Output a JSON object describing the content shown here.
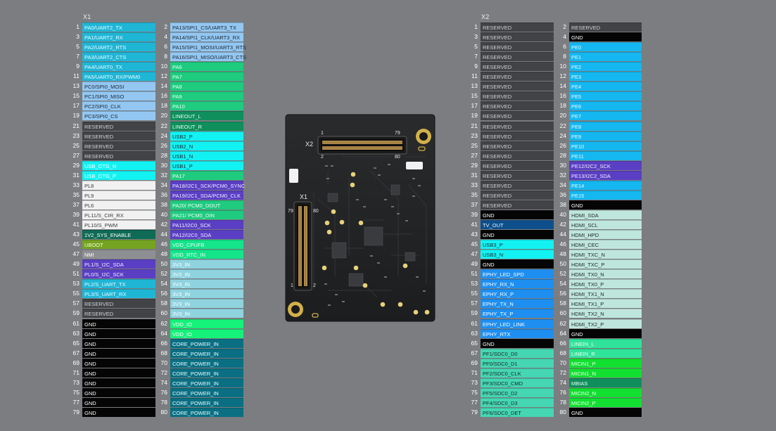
{
  "x1": {
    "title": "X1",
    "left": [
      {
        "n": "1",
        "t": "PA0/UART2_TX",
        "c": "#1fb6d6",
        "f": "#e9fbff"
      },
      {
        "n": "3",
        "t": "PA1/UART2_RX",
        "c": "#1fb6d6",
        "f": "#e9fbff"
      },
      {
        "n": "5",
        "t": "PA2/UART2_RTS",
        "c": "#1fb6d6",
        "f": "#e9fbff"
      },
      {
        "n": "7",
        "t": "PA3/UART2_CTS",
        "c": "#1fb6d6",
        "f": "#e9fbff"
      },
      {
        "n": "9",
        "t": "PA4/UART0_TX",
        "c": "#1fb6d6",
        "f": "#e9fbff"
      },
      {
        "n": "11",
        "t": "PA5/UART0_RX/PWM0",
        "c": "#1fb6d6",
        "f": "#e9fbff"
      },
      {
        "n": "13",
        "t": "PC0/SPI0_MOSI",
        "c": "#93c7f2",
        "f": "#1d2733"
      },
      {
        "n": "15",
        "t": "PC1/SPI0_MISO",
        "c": "#93c7f2",
        "f": "#1d2733"
      },
      {
        "n": "17",
        "t": "PC2/SPI0_CLK",
        "c": "#93c7f2",
        "f": "#1d2733"
      },
      {
        "n": "19",
        "t": "PC3/SPI0_CS",
        "c": "#93c7f2",
        "f": "#1d2733"
      },
      {
        "n": "21",
        "t": "RESERVED",
        "c": "#414346",
        "f": "#cfd1d4"
      },
      {
        "n": "23",
        "t": "RESERVED",
        "c": "#414346",
        "f": "#cfd1d4"
      },
      {
        "n": "25",
        "t": "RESERVED",
        "c": "#414346",
        "f": "#cfd1d4"
      },
      {
        "n": "27",
        "t": "RESERVED",
        "c": "#414346",
        "f": "#cfd1d4"
      },
      {
        "n": "29",
        "t": "USB_OTG_N",
        "c": "#13f2f2",
        "f": "#ffffff"
      },
      {
        "n": "31",
        "t": "USB_OTG_P",
        "c": "#13f2f2",
        "f": "#ffffff"
      },
      {
        "n": "33",
        "t": "PL8",
        "c": "#f1f1f1",
        "f": "#3c3c3c"
      },
      {
        "n": "35",
        "t": "PL9",
        "c": "#f1f1f1",
        "f": "#3c3c3c"
      },
      {
        "n": "37",
        "t": "PL6",
        "c": "#f1f1f1",
        "f": "#3c3c3c"
      },
      {
        "n": "39",
        "t": "PL11/S_CIR_RX",
        "c": "#f1f1f1",
        "f": "#3c3c3c"
      },
      {
        "n": "41",
        "t": "PL10/S_PWM",
        "c": "#f1f1f1",
        "f": "#3c3c3c"
      },
      {
        "n": "43",
        "t": "1V2_SYS_ENABLE",
        "c": "#0f6b55",
        "f": "#ffffff"
      },
      {
        "n": "45",
        "t": "UBOOT",
        "c": "#74a322",
        "f": "#f4ffd6"
      },
      {
        "n": "47",
        "t": "NMI",
        "c": "#8d8f92",
        "f": "#ffffff"
      },
      {
        "n": "49",
        "t": "PL1/S_I2C_SDA",
        "c": "#5a3fc4",
        "f": "#f1ecff"
      },
      {
        "n": "51",
        "t": "PL0/S_I2C_SCK",
        "c": "#5a3fc4",
        "f": "#f1ecff"
      },
      {
        "n": "53",
        "t": "PL2/S_UART_TX",
        "c": "#1fb6d6",
        "f": "#e9fbff"
      },
      {
        "n": "55",
        "t": "PL3/S_UART_RX",
        "c": "#1fb6d6",
        "f": "#e9fbff"
      },
      {
        "n": "57",
        "t": "RESERVED",
        "c": "#414346",
        "f": "#cfd1d4"
      },
      {
        "n": "59",
        "t": "RESERVED",
        "c": "#414346",
        "f": "#cfd1d4"
      },
      {
        "n": "61",
        "t": "GND",
        "c": "#050505",
        "f": "#ffffff"
      },
      {
        "n": "63",
        "t": "GND",
        "c": "#050505",
        "f": "#ffffff"
      },
      {
        "n": "65",
        "t": "GND",
        "c": "#050505",
        "f": "#ffffff"
      },
      {
        "n": "67",
        "t": "GND",
        "c": "#050505",
        "f": "#ffffff"
      },
      {
        "n": "69",
        "t": "GND",
        "c": "#050505",
        "f": "#ffffff"
      },
      {
        "n": "71",
        "t": "GND",
        "c": "#050505",
        "f": "#ffffff"
      },
      {
        "n": "73",
        "t": "GND",
        "c": "#050505",
        "f": "#ffffff"
      },
      {
        "n": "75",
        "t": "GND",
        "c": "#050505",
        "f": "#ffffff"
      },
      {
        "n": "77",
        "t": "GND",
        "c": "#050505",
        "f": "#ffffff"
      },
      {
        "n": "79",
        "t": "GND",
        "c": "#050505",
        "f": "#ffffff"
      }
    ],
    "right": [
      {
        "n": "2",
        "t": "PA13/SPI1_CS/UART3_TX",
        "c": "#93c7f2",
        "f": "#1d2733"
      },
      {
        "n": "4",
        "t": "PA14/SPI1_CLK/UART3_RX",
        "c": "#93c7f2",
        "f": "#1d2733"
      },
      {
        "n": "6",
        "t": "PA15/SPI1_MOSI/UART3_RTS",
        "c": "#93c7f2",
        "f": "#1d2733"
      },
      {
        "n": "8",
        "t": "PA16/SPI1_MISO/UART3_CTS",
        "c": "#93c7f2",
        "f": "#1d2733"
      },
      {
        "n": "10",
        "t": "PA6",
        "c": "#1ecb7f",
        "f": "#eafff4"
      },
      {
        "n": "12",
        "t": "PA7",
        "c": "#1ecb7f",
        "f": "#eafff4"
      },
      {
        "n": "14",
        "t": "PA8",
        "c": "#1ecb7f",
        "f": "#eafff4"
      },
      {
        "n": "16",
        "t": "PA9",
        "c": "#1ecb7f",
        "f": "#eafff4"
      },
      {
        "n": "18",
        "t": "PA10",
        "c": "#1ecb7f",
        "f": "#eafff4"
      },
      {
        "n": "20",
        "t": "LINEOUT_L",
        "c": "#0f8f5c",
        "f": "#eafff4"
      },
      {
        "n": "22",
        "t": "LINEOUT_R",
        "c": "#0f8f5c",
        "f": "#eafff4"
      },
      {
        "n": "24",
        "t": "USB2_P",
        "c": "#13f2f2",
        "f": "#1d2733"
      },
      {
        "n": "26",
        "t": "USB2_N",
        "c": "#13f2f2",
        "f": "#1d2733"
      },
      {
        "n": "28",
        "t": "USB1_N",
        "c": "#13f2f2",
        "f": "#1d2733"
      },
      {
        "n": "30",
        "t": "USB1_P",
        "c": "#13f2f2",
        "f": "#1d2733"
      },
      {
        "n": "32",
        "t": "PA17",
        "c": "#1ecb7f",
        "f": "#eafff4"
      },
      {
        "n": "34",
        "t": "PA18/I2C1_SCK/PCM0_SYNC",
        "c": "#5a3fc4",
        "f": "#f1ecff"
      },
      {
        "n": "36",
        "t": "PA19/I2C1_SDA/PCM0_CLK",
        "c": "#5a3fc4",
        "f": "#f1ecff"
      },
      {
        "n": "38",
        "t": "PA20/ PCM0_DOUT",
        "c": "#1ecb7f",
        "f": "#eafff4"
      },
      {
        "n": "40",
        "t": "PA21/ PCM0_DIN",
        "c": "#1ecb7f",
        "f": "#eafff4"
      },
      {
        "n": "42",
        "t": "PA11/I2C0_SCK",
        "c": "#5a3fc4",
        "f": "#f1ecff"
      },
      {
        "n": "44",
        "t": "PA12/I2C0_SDA",
        "c": "#5a3fc4",
        "f": "#f1ecff"
      },
      {
        "n": "46",
        "t": "VDD_CPUFB",
        "c": "#14e58a",
        "f": "#eafff4"
      },
      {
        "n": "48",
        "t": "VDD_RTC_IN",
        "c": "#14e58a",
        "f": "#eafff4"
      },
      {
        "n": "50",
        "t": "3V3_IN",
        "c": "#8fd3df",
        "f": "#ffffff"
      },
      {
        "n": "52",
        "t": "3V3_IN",
        "c": "#8fd3df",
        "f": "#ffffff"
      },
      {
        "n": "54",
        "t": "3V3_IN",
        "c": "#8fd3df",
        "f": "#ffffff"
      },
      {
        "n": "56",
        "t": "3V3_IN",
        "c": "#8fd3df",
        "f": "#ffffff"
      },
      {
        "n": "58",
        "t": "3V3_IN",
        "c": "#8fd3df",
        "f": "#ffffff"
      },
      {
        "n": "60",
        "t": "3V3_IN",
        "c": "#8fd3df",
        "f": "#ffffff"
      },
      {
        "n": "62",
        "t": "VDD_IO",
        "c": "#14f27a",
        "f": "#ffffff"
      },
      {
        "n": "64",
        "t": "VDD_IO",
        "c": "#14f27a",
        "f": "#ffffff"
      },
      {
        "n": "66",
        "t": "CORE_POWER_IN",
        "c": "#0a6f82",
        "f": "#e9fbff"
      },
      {
        "n": "68",
        "t": "CORE_POWER_IN",
        "c": "#0a6f82",
        "f": "#e9fbff"
      },
      {
        "n": "70",
        "t": "CORE_POWER_IN",
        "c": "#0a6f82",
        "f": "#e9fbff"
      },
      {
        "n": "72",
        "t": "CORE_POWER_IN",
        "c": "#0a6f82",
        "f": "#e9fbff"
      },
      {
        "n": "74",
        "t": "CORE_POWER_IN",
        "c": "#0a6f82",
        "f": "#e9fbff"
      },
      {
        "n": "76",
        "t": "CORE_POWER_IN",
        "c": "#0a6f82",
        "f": "#e9fbff"
      },
      {
        "n": "78",
        "t": "CORE_POWER_IN",
        "c": "#0a6f82",
        "f": "#e9fbff"
      },
      {
        "n": "80",
        "t": "CORE_POWER_IN",
        "c": "#0a6f82",
        "f": "#e9fbff"
      }
    ]
  },
  "x2": {
    "title": "X2",
    "left": [
      {
        "n": "1",
        "t": "RESERVED",
        "c": "#414346",
        "f": "#cfd1d4"
      },
      {
        "n": "3",
        "t": "RESERVED",
        "c": "#414346",
        "f": "#cfd1d4"
      },
      {
        "n": "5",
        "t": "RESERVED",
        "c": "#414346",
        "f": "#cfd1d4"
      },
      {
        "n": "7",
        "t": "RESERVED",
        "c": "#414346",
        "f": "#cfd1d4"
      },
      {
        "n": "9",
        "t": "RESERVED",
        "c": "#414346",
        "f": "#cfd1d4"
      },
      {
        "n": "11",
        "t": "RESERVED",
        "c": "#414346",
        "f": "#cfd1d4"
      },
      {
        "n": "13",
        "t": "RESERVED",
        "c": "#414346",
        "f": "#cfd1d4"
      },
      {
        "n": "15",
        "t": "RESERVED",
        "c": "#414346",
        "f": "#cfd1d4"
      },
      {
        "n": "17",
        "t": "RESERVED",
        "c": "#414346",
        "f": "#cfd1d4"
      },
      {
        "n": "19",
        "t": "RESERVED",
        "c": "#414346",
        "f": "#cfd1d4"
      },
      {
        "n": "21",
        "t": "RESERVED",
        "c": "#414346",
        "f": "#cfd1d4"
      },
      {
        "n": "23",
        "t": "RESERVED",
        "c": "#414346",
        "f": "#cfd1d4"
      },
      {
        "n": "25",
        "t": "RESERVED",
        "c": "#414346",
        "f": "#cfd1d4"
      },
      {
        "n": "27",
        "t": "RESERVED",
        "c": "#414346",
        "f": "#cfd1d4"
      },
      {
        "n": "29",
        "t": "RESERVED",
        "c": "#414346",
        "f": "#cfd1d4"
      },
      {
        "n": "31",
        "t": "RESERVED",
        "c": "#414346",
        "f": "#cfd1d4"
      },
      {
        "n": "33",
        "t": "RESERVED",
        "c": "#414346",
        "f": "#cfd1d4"
      },
      {
        "n": "35",
        "t": "RESERVED",
        "c": "#414346",
        "f": "#cfd1d4"
      },
      {
        "n": "37",
        "t": "RESERVED",
        "c": "#414346",
        "f": "#cfd1d4"
      },
      {
        "n": "39",
        "t": "GND",
        "c": "#050505",
        "f": "#ffffff"
      },
      {
        "n": "41",
        "t": "TV_OUT",
        "c": "#0d4f8b",
        "f": "#e9f3ff"
      },
      {
        "n": "43",
        "t": "GND",
        "c": "#050505",
        "f": "#ffffff"
      },
      {
        "n": "45",
        "t": "USB3_P",
        "c": "#13f2f2",
        "f": "#1d2733"
      },
      {
        "n": "47",
        "t": "USB3_N",
        "c": "#13f2f2",
        "f": "#1d2733"
      },
      {
        "n": "49",
        "t": "GND",
        "c": "#050505",
        "f": "#ffffff"
      },
      {
        "n": "51",
        "t": "EPHY_LED_SPD",
        "c": "#1e8ff0",
        "f": "#ffffff"
      },
      {
        "n": "53",
        "t": "EPHY_RX_N",
        "c": "#1e8ff0",
        "f": "#ffffff"
      },
      {
        "n": "55",
        "t": "EPHY_RX_P",
        "c": "#1e8ff0",
        "f": "#ffffff"
      },
      {
        "n": "57",
        "t": "EPHY_TX_N",
        "c": "#1e8ff0",
        "f": "#ffffff"
      },
      {
        "n": "59",
        "t": "EPHY_TX_P",
        "c": "#1e8ff0",
        "f": "#ffffff"
      },
      {
        "n": "61",
        "t": "EPHY_LED_LINK",
        "c": "#1e8ff0",
        "f": "#ffffff"
      },
      {
        "n": "63",
        "t": "EPHY_RTX",
        "c": "#1e8ff0",
        "f": "#ffffff"
      },
      {
        "n": "65",
        "t": "GND",
        "c": "#050505",
        "f": "#ffffff"
      },
      {
        "n": "67",
        "t": "PF1/SDC0_D0",
        "c": "#45d6b3",
        "f": "#1d2a26"
      },
      {
        "n": "69",
        "t": "PF0/SDC0_D1",
        "c": "#45d6b3",
        "f": "#1d2a26"
      },
      {
        "n": "71",
        "t": "PF2/SDC0_CLK",
        "c": "#45d6b3",
        "f": "#1d2a26"
      },
      {
        "n": "73",
        "t": "PF3/SDC0_CMD",
        "c": "#45d6b3",
        "f": "#1d2a26"
      },
      {
        "n": "75",
        "t": "PF5/SDC0_D2",
        "c": "#45d6b3",
        "f": "#1d2a26"
      },
      {
        "n": "77",
        "t": "PF4/SDC0_D3",
        "c": "#45d6b3",
        "f": "#1d2a26"
      },
      {
        "n": "79",
        "t": "PF6/SDC0_DET",
        "c": "#45d6b3",
        "f": "#1d2a26"
      }
    ],
    "right": [
      {
        "n": "2",
        "t": "RESERVED",
        "c": "#414346",
        "f": "#cfd1d4"
      },
      {
        "n": "4",
        "t": "GND",
        "c": "#050505",
        "f": "#ffffff"
      },
      {
        "n": "6",
        "t": "PE0",
        "c": "#14b7f0",
        "f": "#eaf9ff"
      },
      {
        "n": "8",
        "t": "PE1",
        "c": "#14b7f0",
        "f": "#eaf9ff"
      },
      {
        "n": "10",
        "t": "PE2",
        "c": "#14b7f0",
        "f": "#eaf9ff"
      },
      {
        "n": "12",
        "t": "PE3",
        "c": "#14b7f0",
        "f": "#eaf9ff"
      },
      {
        "n": "14",
        "t": "PE4",
        "c": "#14b7f0",
        "f": "#eaf9ff"
      },
      {
        "n": "16",
        "t": "PE5",
        "c": "#14b7f0",
        "f": "#eaf9ff"
      },
      {
        "n": "18",
        "t": "PE6",
        "c": "#14b7f0",
        "f": "#eaf9ff"
      },
      {
        "n": "20",
        "t": "PE7",
        "c": "#14b7f0",
        "f": "#eaf9ff"
      },
      {
        "n": "22",
        "t": "PE8",
        "c": "#14b7f0",
        "f": "#eaf9ff"
      },
      {
        "n": "24",
        "t": "PE9",
        "c": "#14b7f0",
        "f": "#eaf9ff"
      },
      {
        "n": "26",
        "t": "PE10",
        "c": "#14b7f0",
        "f": "#eaf9ff"
      },
      {
        "n": "28",
        "t": "PE11",
        "c": "#14b7f0",
        "f": "#eaf9ff"
      },
      {
        "n": "30",
        "t": "PE12/I2C2_SCK",
        "c": "#5a3fc4",
        "f": "#f1ecff"
      },
      {
        "n": "32",
        "t": "PE13/I2C2_SDA",
        "c": "#5a3fc4",
        "f": "#f1ecff"
      },
      {
        "n": "34",
        "t": "PE14",
        "c": "#14b7f0",
        "f": "#eaf9ff"
      },
      {
        "n": "36",
        "t": "PE15",
        "c": "#14b7f0",
        "f": "#eaf9ff"
      },
      {
        "n": "38",
        "t": "GND",
        "c": "#050505",
        "f": "#ffffff"
      },
      {
        "n": "40",
        "t": "HDMI_SDA",
        "c": "#bfe6dc",
        "f": "#1f2a28"
      },
      {
        "n": "42",
        "t": "HDMI_SCL",
        "c": "#bfe6dc",
        "f": "#1f2a28"
      },
      {
        "n": "44",
        "t": "HDMI_HPD",
        "c": "#bfe6dc",
        "f": "#1f2a28"
      },
      {
        "n": "46",
        "t": "HDMI_CEC",
        "c": "#bfe6dc",
        "f": "#1f2a28"
      },
      {
        "n": "48",
        "t": "HDMI_TXC_N",
        "c": "#bfe6dc",
        "f": "#1f2a28"
      },
      {
        "n": "50",
        "t": "HDMI_TXC_P",
        "c": "#bfe6dc",
        "f": "#1f2a28"
      },
      {
        "n": "52",
        "t": "HDMI_TX0_N",
        "c": "#bfe6dc",
        "f": "#1f2a28"
      },
      {
        "n": "54",
        "t": "HDMI_TX0_P",
        "c": "#bfe6dc",
        "f": "#1f2a28"
      },
      {
        "n": "56",
        "t": "HDMI_TX1_N",
        "c": "#bfe6dc",
        "f": "#1f2a28"
      },
      {
        "n": "58",
        "t": "HDMI_TX1_P",
        "c": "#bfe6dc",
        "f": "#1f2a28"
      },
      {
        "n": "60",
        "t": "HDMI_TX2_N",
        "c": "#bfe6dc",
        "f": "#1f2a28"
      },
      {
        "n": "62",
        "t": "HDMI_TX2_P",
        "c": "#bfe6dc",
        "f": "#1f2a28"
      },
      {
        "n": "64",
        "t": "GND",
        "c": "#050505",
        "f": "#ffffff"
      },
      {
        "n": "66",
        "t": "LINEIN_L",
        "c": "#2fe39a",
        "f": "#eafff4"
      },
      {
        "n": "68",
        "t": "LINEIN_R",
        "c": "#2fe39a",
        "f": "#eafff4"
      },
      {
        "n": "70",
        "t": "MICIN1_P",
        "c": "#11e030",
        "f": "#ecffee"
      },
      {
        "n": "72",
        "t": "MICIN1_N",
        "c": "#11e030",
        "f": "#ecffee"
      },
      {
        "n": "74",
        "t": "MBIAS",
        "c": "#0f8f5c",
        "f": "#eafff4"
      },
      {
        "n": "76",
        "t": "MICIN2_N",
        "c": "#11e030",
        "f": "#ecffee"
      },
      {
        "n": "78",
        "t": "MICIN2_P",
        "c": "#11e030",
        "f": "#ecffee"
      },
      {
        "n": "80",
        "t": "GND",
        "c": "#050505",
        "f": "#ffffff"
      }
    ]
  },
  "board": {
    "x2_label": "X2",
    "x2_pin_first": "1",
    "x2_pin_last": "79",
    "x2_pin_second": "2",
    "x2_pin_end": "80",
    "x1_label": "X1",
    "x1_pin_top_left": "79",
    "x1_pin_top_right": "80",
    "x1_pin_bottom_left": "1",
    "x1_pin_bottom_right": "2"
  }
}
